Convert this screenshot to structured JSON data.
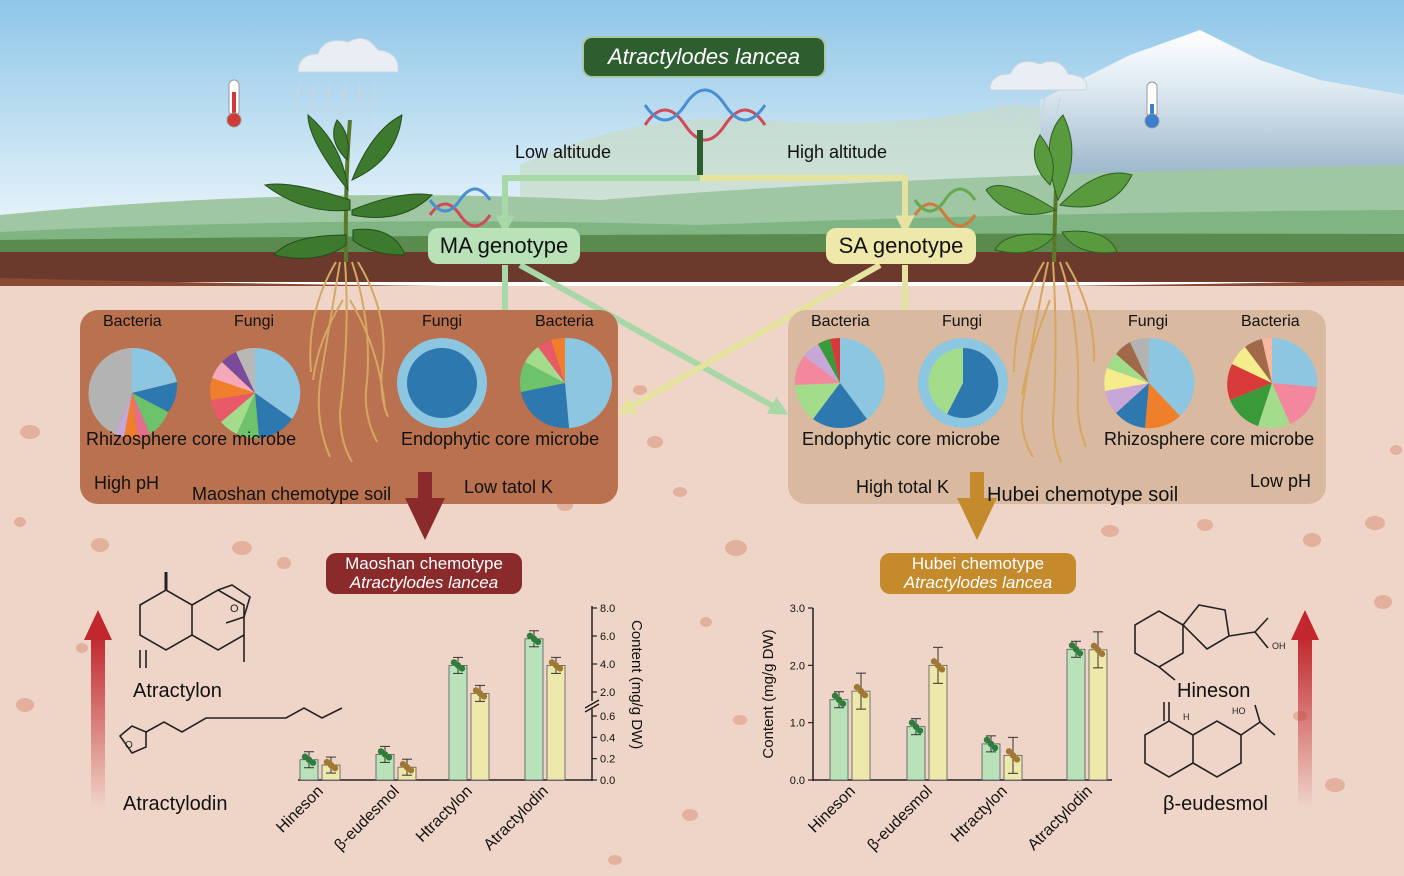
{
  "title": "Atractylodes lancea",
  "altitude": {
    "low": "Low altitude",
    "high": "High altitude"
  },
  "genotypes": {
    "ma": "MA genotype",
    "sa": "SA genotype"
  },
  "soils": {
    "maoshan": {
      "name": "Maoshan chemotype  soil",
      "ph": "High pH",
      "k": "Low tatol K",
      "rhizosphere": "Rhizosphere core microbe",
      "endophytic": "Endophytic core microbe",
      "pies": [
        "Bacteria",
        "Fungi",
        "Fungi",
        "Bacteria"
      ]
    },
    "hubei": {
      "name": "Hubei chemotype soil",
      "ph": "Low pH",
      "k": "High total K",
      "rhizosphere": "Rhizosphere core microbe",
      "endophytic": "Endophytic core microbe",
      "pies": [
        "Bacteria",
        "Fungi",
        "Fungi",
        "Bacteria"
      ]
    }
  },
  "chemotypes": {
    "maoshan": {
      "line1": "Maoshan chemotype",
      "line2": "Atractylodes lancea"
    },
    "hubei": {
      "line1": "Hubei chemotype",
      "line2": "Atractylodes lancea"
    }
  },
  "compounds": {
    "atractylon": "Atractylon",
    "atractylodin": "Atractylodin",
    "hineson": "Hineson",
    "eudesmol": "β-eudesmol"
  },
  "chart_data": [
    {
      "type": "bar",
      "categories": [
        "Hineson",
        "β-eudesmol",
        "Htractylon",
        "Atractylodin"
      ],
      "series": [
        {
          "values": [
            0.19,
            0.24,
            3.9,
            5.8
          ]
        },
        {
          "values": [
            0.14,
            0.12,
            1.9,
            3.9
          ]
        }
      ],
      "ylabel": "Content (mg/g DW)",
      "y_ticks_lower": [
        "0.0",
        "0.2",
        "0.4",
        "0.6"
      ],
      "y_ticks_upper": [
        "2.0",
        "4.0",
        "6.0",
        "8.0"
      ],
      "axis_break": true,
      "colors": [
        "#b9e2b8",
        "#eee8aa"
      ]
    },
    {
      "type": "bar",
      "categories": [
        "Hineson",
        "β-eudesmol",
        "Htractylon",
        "Atractylodin"
      ],
      "series": [
        {
          "values": [
            1.4,
            0.93,
            0.63,
            2.28
          ]
        },
        {
          "values": [
            1.55,
            2.0,
            0.43,
            2.27
          ]
        }
      ],
      "ylabel": "Content (mg/g DW)",
      "y_ticks": [
        "0.0",
        "1.0",
        "2.0",
        "3.0"
      ],
      "ylim": [
        0,
        3
      ],
      "colors": [
        "#b9e2b8",
        "#eee8aa"
      ]
    }
  ]
}
